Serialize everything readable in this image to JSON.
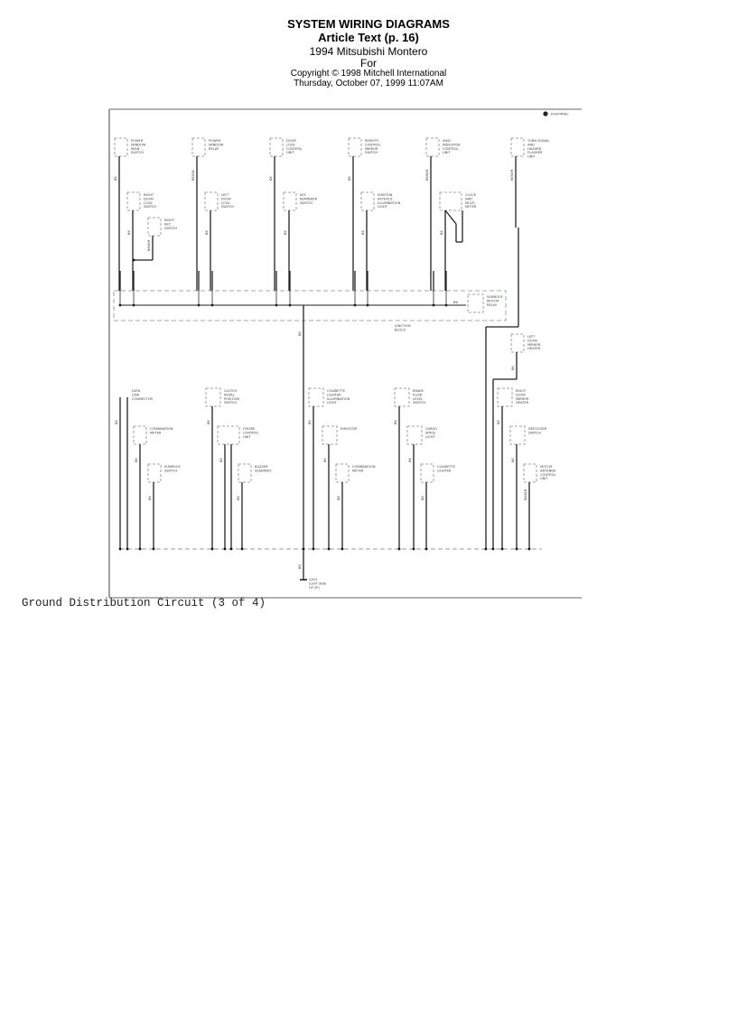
{
  "header": {
    "title": "SYSTEM WIRING DIAGRAMS",
    "subtitle": "Article Text (p. 16)",
    "vehicle": "1994 Mitsubishi Montero",
    "for": "For",
    "copyright": "Copyright © 1998 Mitchell International",
    "timestamp": "Thursday, October 07, 1999  11:07AM"
  },
  "diagram": {
    "badge": "1994 MPBC",
    "caption": "Ground Distribution Circuit (3 of 4)",
    "junction_block_label": [
      "JUNCTION",
      "BLOCK"
    ],
    "ground_label": [
      "G201",
      "(LEFT SIDE",
      "OF I/P)"
    ],
    "ground_wire": "BK",
    "relay": {
      "label": [
        "SUNROOF",
        "MOTOR",
        "RELAY"
      ],
      "pin": "B6"
    },
    "top_components": [
      {
        "label": [
          "POWER",
          "WINDOW",
          "MAIN",
          "SWITCH"
        ],
        "wire": "BK"
      },
      {
        "label": [
          "POWER",
          "WINDOW",
          "RELAY"
        ],
        "wire": "BK/GN"
      },
      {
        "label": [
          "DOOR",
          "LOCK",
          "CONTROL",
          "UNIT"
        ],
        "wire": "BK"
      },
      {
        "label": [
          "REMOTE",
          "CONTROL",
          "MIRROR",
          "SWITCH"
        ],
        "wire": "BK"
      },
      {
        "label": [
          "4WD",
          "INDICATOR",
          "CONTROL",
          "UNIT"
        ],
        "wire": "BK/WH"
      },
      {
        "label": [
          "TURN SIGNAL",
          "AND",
          "HAZARD",
          "FLASHER",
          "UNIT"
        ],
        "wire": "BK/WH"
      }
    ],
    "second_components": [
      {
        "label": [
          "RIGHT",
          "DOOR",
          "LOCK",
          "SWITCH"
        ],
        "wire": "BK"
      },
      {
        "label": [
          "LEFT",
          "DOOR",
          "LOCK",
          "SWITCH"
        ],
        "wire": "BK"
      },
      {
        "label": [
          "KEY",
          "REMINDER",
          "SWITCH"
        ],
        "wire": "BK"
      },
      {
        "label": [
          "IGNITION",
          "KEYHOLE",
          "ILLUMINATION",
          "LIGHT"
        ],
        "wire": "BK"
      },
      {
        "label": [
          "CLOCK",
          "AND",
          "MULTI-",
          "METER"
        ],
        "wire": "BK"
      }
    ],
    "third_components": [
      {
        "label": [
          "RIGHT",
          "KEY",
          "SWITCH"
        ],
        "wire": "BK/WH"
      }
    ],
    "left_mirror": {
      "label": [
        "LEFT",
        "DOOR",
        "MIRROR",
        "HEATER"
      ],
      "wire": "BK"
    },
    "bottom_components": [
      {
        "label": [
          "DATA",
          "LINK",
          "CONNECTOR"
        ],
        "wire": "BK"
      },
      {
        "label": [
          "COMBINATION",
          "METER"
        ],
        "wire": "BK"
      },
      {
        "label": [
          "SUNROOF",
          "SWITCH"
        ],
        "wire": "BK"
      },
      {
        "label": [
          "CLUTCH",
          "PEDAL",
          "POSITION",
          "SWITCH"
        ],
        "wire": "BK"
      },
      {
        "label": [
          "CRUISE",
          "CONTROL",
          "UNIT"
        ],
        "wire": "BK"
      },
      {
        "label": [
          "BUZZER",
          "ASSEMBLY"
        ],
        "wire": "BK"
      },
      {
        "label": [
          "CIGARETTE",
          "LIGHTER",
          "ILLUMINATION",
          "LIGHT"
        ],
        "wire": "BK"
      },
      {
        "label": [
          "RHEOSTAT"
        ],
        "wire": "BK"
      },
      {
        "label": [
          "COMBINATION",
          "METER"
        ],
        "wire": "BK"
      },
      {
        "label": [
          "BRAKE",
          "FLUID",
          "LEVEL",
          "SWITCH"
        ],
        "wire": "BK"
      },
      {
        "label": [
          "CARGO",
          "SPACE",
          "LIGHT"
        ],
        "wire": "BK"
      },
      {
        "label": [
          "CIGARETTE",
          "LIGHTER"
        ],
        "wire": "BK"
      },
      {
        "label": [
          "RIGHT",
          "DOOR",
          "MIRROR",
          "HEATER"
        ],
        "wire": "BK"
      },
      {
        "label": [
          "DEFOGGER",
          "SWITCH"
        ],
        "wire": "BK"
      },
      {
        "label": [
          "MOTOR",
          "ANTENNA",
          "CONTROL",
          "UNIT"
        ],
        "wire": "BK/WH"
      }
    ]
  }
}
